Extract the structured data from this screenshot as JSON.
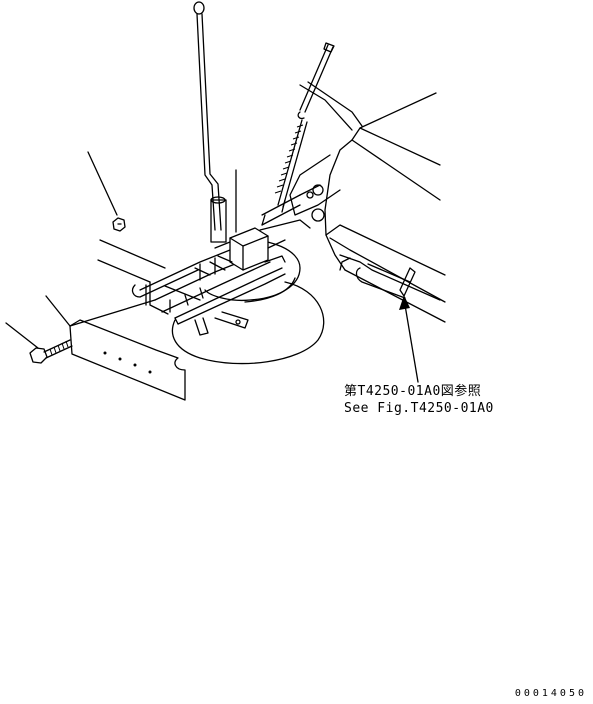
{
  "reference": {
    "japanese": "第T4250-01A0図参照",
    "english": "See Fig.T4250-01A0"
  },
  "drawing_number": "00014050",
  "colors": {
    "line": "#000000",
    "background": "#ffffff"
  }
}
